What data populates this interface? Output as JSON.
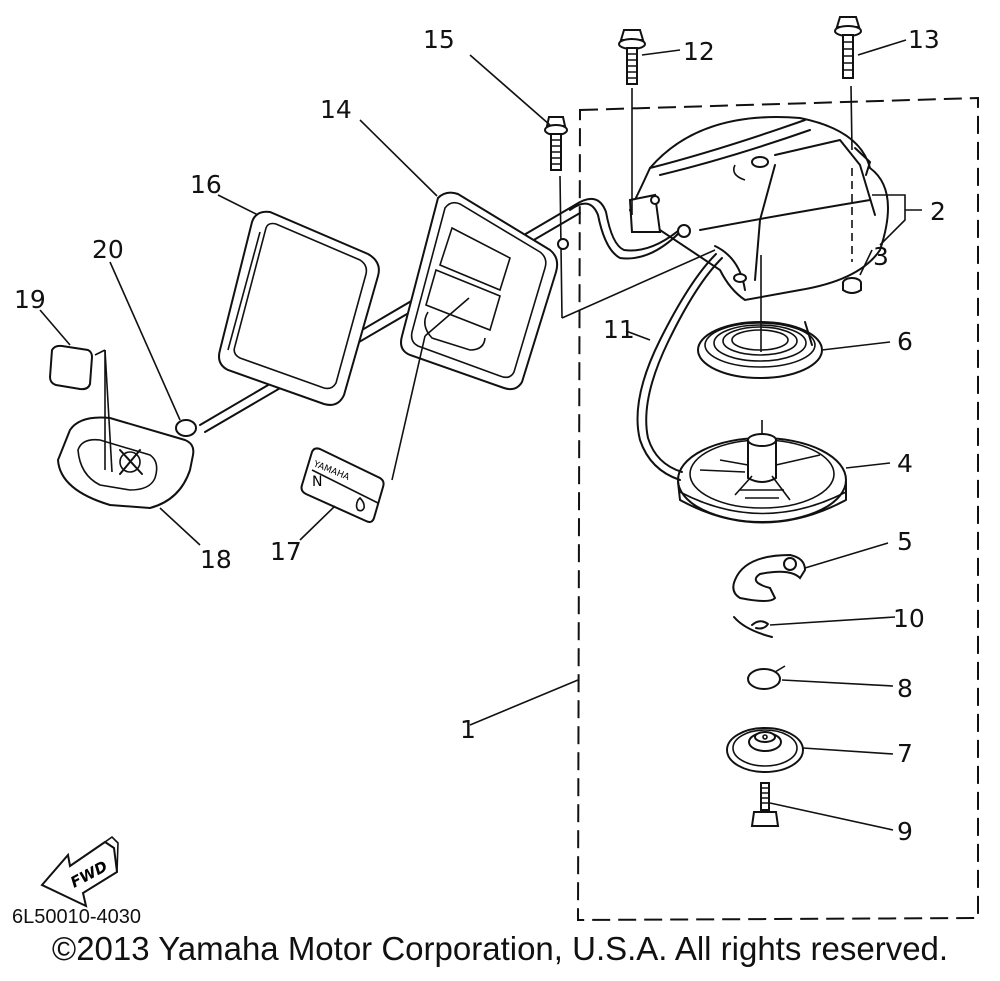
{
  "diagram": {
    "title": "Recoil starter exploded view",
    "part_number": "6L50010-4030",
    "copyright": "©2013 Yamaha Motor Corporation, U.S.A. All rights reserved.",
    "fwd_label": "FWD",
    "decal": {
      "brand": "YAMAHA",
      "symbol": "N",
      "icon": "drop"
    },
    "callouts": [
      {
        "id": "1",
        "label": "1",
        "part": "starter-assembly"
      },
      {
        "id": "2",
        "label": "2",
        "part": "starter-case"
      },
      {
        "id": "3",
        "label": "3",
        "part": "grommet"
      },
      {
        "id": "4",
        "label": "4",
        "part": "sheave-drum"
      },
      {
        "id": "5",
        "label": "5",
        "part": "drive-pawl"
      },
      {
        "id": "6",
        "label": "6",
        "part": "spiral-spring"
      },
      {
        "id": "7",
        "label": "7",
        "part": "drive-plate"
      },
      {
        "id": "8",
        "label": "8",
        "part": "spring"
      },
      {
        "id": "9",
        "label": "9",
        "part": "bolt"
      },
      {
        "id": "10",
        "label": "10",
        "part": "spring-clip"
      },
      {
        "id": "11",
        "label": "11",
        "part": "starter-rope"
      },
      {
        "id": "12",
        "label": "12",
        "part": "bolt"
      },
      {
        "id": "13",
        "label": "13",
        "part": "bolt"
      },
      {
        "id": "14",
        "label": "14",
        "part": "rope-guide"
      },
      {
        "id": "15",
        "label": "15",
        "part": "bolt"
      },
      {
        "id": "16",
        "label": "16",
        "part": "seal"
      },
      {
        "id": "17",
        "label": "17",
        "part": "emblem"
      },
      {
        "id": "18",
        "label": "18",
        "part": "starter-handle"
      },
      {
        "id": "19",
        "label": "19",
        "part": "seal"
      },
      {
        "id": "20",
        "label": "20",
        "part": "rope-stopper"
      }
    ]
  }
}
